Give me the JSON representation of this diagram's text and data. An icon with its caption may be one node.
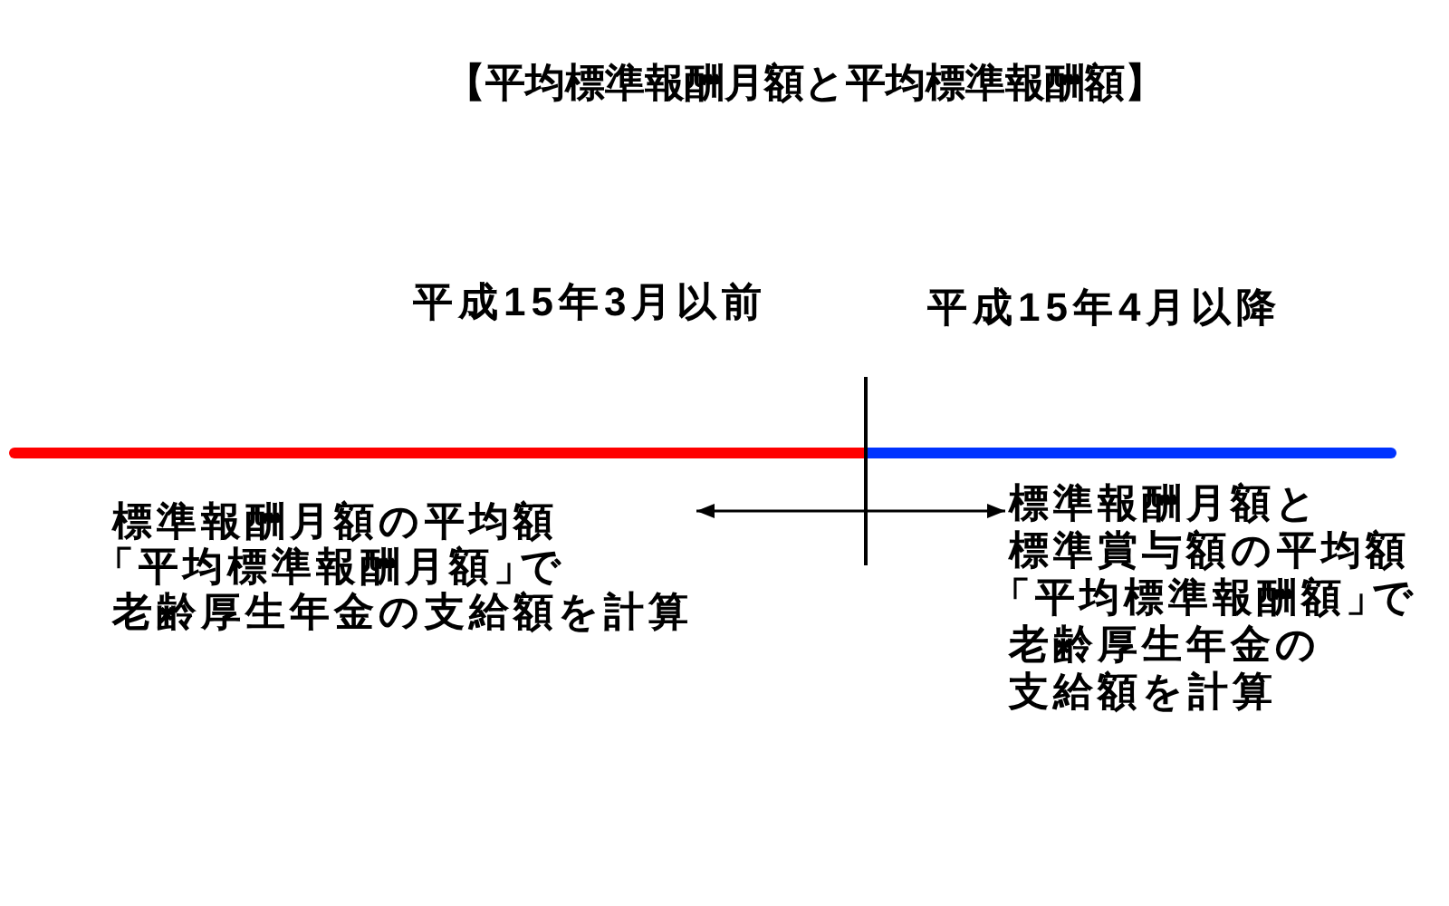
{
  "diagram": {
    "title": "【平均標準報酬月額と平均標準報酬額】",
    "nodes": [
      {
        "text": [
          "標準報酬月額の平均額「平均標準報酬月額」で老齢厚生年金の支給額を計算"
        ]
      },
      {
        "text": [
          "標準報酬月額と標準賞与額の平均額「平均標準報酬額」で老齢厚生年金の支給額を計算"
        ]
      }
    ],
    "edges": [
      {
        "from": 0,
        "to": 1,
        "arrow": "both"
      }
    ],
    "labels": [
      "平成15年3月以前",
      "平成15年4月以降"
    ]
  }
}
